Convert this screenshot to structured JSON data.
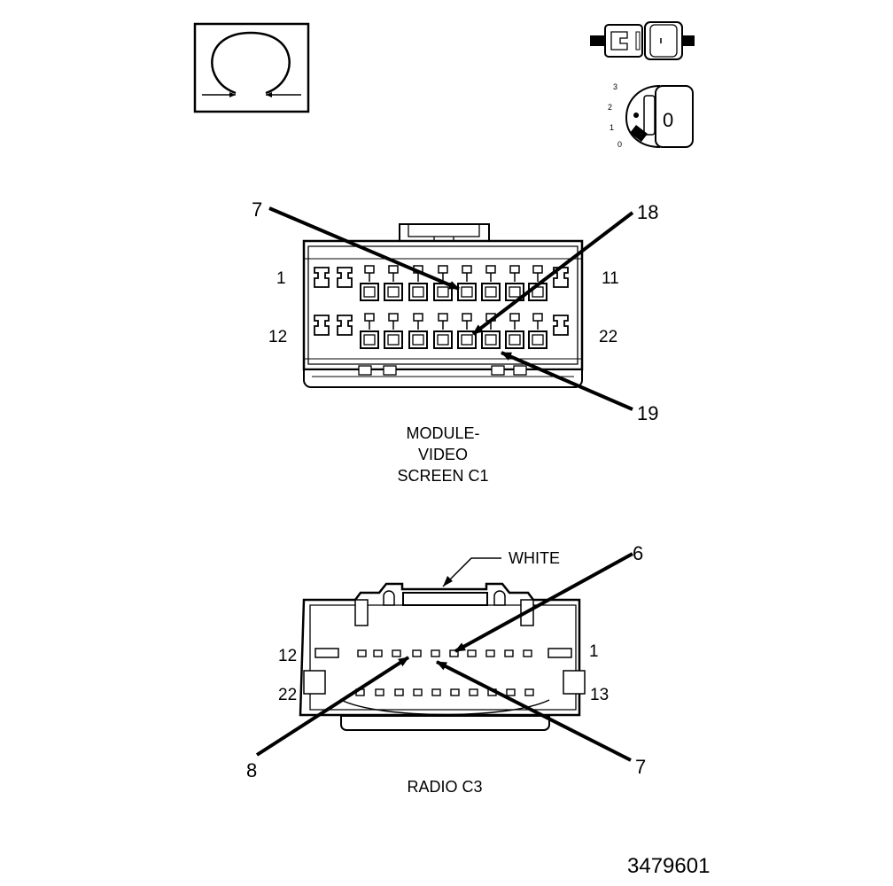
{
  "legend_icons": {
    "ohmmeter": "ohm-resistance-symbol",
    "connector": "connector-unplugged-icon",
    "ignition": "ignition-key-off-icon",
    "ignition_positions": [
      "3",
      "2",
      "1",
      "0"
    ],
    "ignition_key_text": "0"
  },
  "module_connector": {
    "caption_lines": [
      "MODULE-",
      "VIDEO",
      "SCREEN C1"
    ],
    "pin_end_labels": {
      "top_left": "1",
      "top_right": "11",
      "bottom_left": "12",
      "bottom_right": "22"
    },
    "callouts": [
      "7",
      "18",
      "19"
    ]
  },
  "radio_connector": {
    "caption": "RADIO C3",
    "color_label": "WHITE",
    "pin_end_labels": {
      "top_left": "12",
      "top_right": "1",
      "bottom_left": "22",
      "bottom_right": "13"
    },
    "callouts": [
      "6",
      "8",
      "7"
    ]
  },
  "figure_id": "3479601"
}
